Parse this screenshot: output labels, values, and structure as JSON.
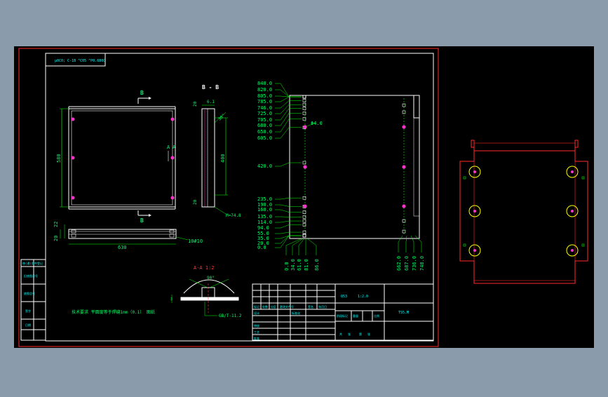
{
  "colors": {
    "background": "#8a9bab",
    "canvas": "#000000",
    "frame": "#ff2a2a",
    "line": "#ffffff",
    "dimension": "#00ff00",
    "text_green": "#00ff66",
    "text_cyan": "#00ffff",
    "text_red": "#ff3a3a",
    "marker": "#ff33cc",
    "hole": "#ffff00"
  },
  "header": {
    "label": "μ0C0; C-1B ^C05 ^P0.6B0C"
  },
  "views": {
    "section_bb": {
      "title": "B - B",
      "dim_top": "6.1",
      "dim_side": "20",
      "dim_bottom": "20",
      "dim_length": "400",
      "dim_angle": "30°",
      "callout": "M=74.8"
    },
    "main_view": {
      "arrow_b": "B",
      "arrow_b2": "B",
      "section_a": "A",
      "section_a2": "A",
      "dim_height": "580"
    },
    "bottom_strip": {
      "dim_a": "22",
      "dim_b": "20",
      "width": "630",
      "callout": "10#10"
    },
    "detail_aa": {
      "title": "A-A 1:2",
      "dim_angle": "90°",
      "dim_small": "3",
      "callout": "GB/T-11.2"
    },
    "note": "技术要求  平面度等于焊缝1mm（0.1） 图纸"
  },
  "dims": {
    "left_labels": [
      "840.0",
      "820.0",
      "805.0",
      "785.0",
      "746.0",
      "725.0",
      "705.0",
      "680.0",
      "650.0",
      "605.0",
      "420.0",
      "235.0",
      "190.0",
      "160.0",
      "135.0",
      "114.0",
      "94.0",
      "55.0",
      "35.0",
      "20.0",
      "0.0"
    ],
    "bottom_left_labels": [
      "0.0",
      "34.0",
      "61.0",
      "81.0",
      "86.0"
    ],
    "bottom_right_labels": [
      "662.0",
      "687.0",
      "736.0",
      "748.0"
    ],
    "hole_callout": "Φ4.0"
  },
  "title_block": {
    "cells": [
      "Q53",
      "1:2.0",
      "TS5.M",
      "标记",
      "处数",
      "分区",
      "更改文件号",
      "签名",
      "年月日",
      "设计",
      "标准化",
      "阶段标记",
      "重量",
      "比例",
      "审核",
      "工艺",
      "批准",
      "共",
      "张",
      "第",
      "张"
    ],
    "sidebar": [
      "借(通)用件登记",
      "旧底图总号",
      "底图总号",
      "签字",
      "日期"
    ]
  }
}
